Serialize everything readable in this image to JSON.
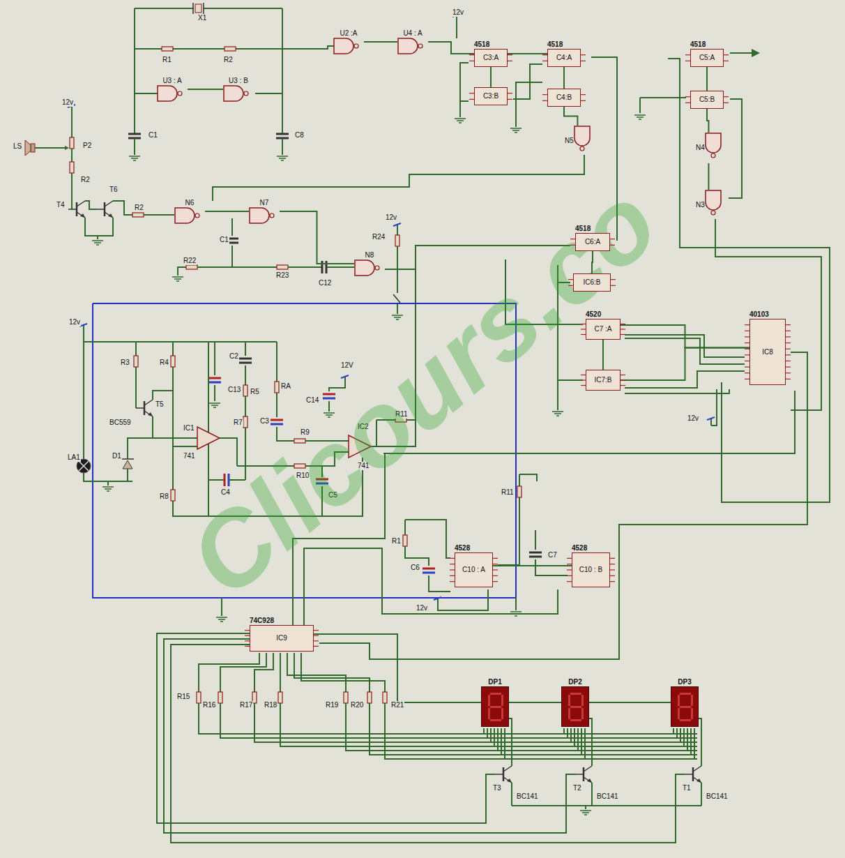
{
  "diagram": {
    "nodes": [
      {
        "text": [
          "U2 :A"
        ]
      },
      {
        "text": [
          "U4 : A"
        ]
      },
      {
        "text": [
          "U3 : A"
        ]
      },
      {
        "text": [
          "U3 : B"
        ]
      },
      {
        "text": [
          "4518",
          "C3:A"
        ]
      },
      {
        "text": [
          "C3:B"
        ]
      },
      {
        "text": [
          "4518",
          "C4:A"
        ]
      },
      {
        "text": [
          "C4:B"
        ]
      },
      {
        "text": [
          "N5"
        ]
      },
      {
        "text": [
          "4518",
          "C5:A"
        ]
      },
      {
        "text": [
          "C5:B"
        ]
      },
      {
        "text": [
          "N4"
        ]
      },
      {
        "text": [
          "N3"
        ]
      },
      {
        "text": [
          "N6"
        ]
      },
      {
        "text": [
          "N7"
        ]
      },
      {
        "text": [
          "N8"
        ]
      },
      {
        "text": [
          "4518",
          "C6:A"
        ]
      },
      {
        "text": [
          "IC6:B"
        ]
      },
      {
        "text": [
          "4520",
          "C7 :A"
        ]
      },
      {
        "text": [
          "IC7:B"
        ]
      },
      {
        "text": [
          "40103",
          "IC8"
        ]
      },
      {
        "text": [
          "4528",
          "C10 : A"
        ]
      },
      {
        "text": [
          "4528",
          "C10 : B"
        ]
      },
      {
        "text": [
          "74C928",
          "IC9"
        ]
      },
      {
        "text": [
          "DP1"
        ]
      },
      {
        "text": [
          "DP2"
        ]
      },
      {
        "text": [
          "DP3"
        ]
      }
    ],
    "edges": [
      {
        "from": 0,
        "to": 1,
        "arrow": "none"
      },
      {
        "from": 1,
        "to": 4,
        "arrow": "none"
      },
      {
        "from": 4,
        "to": 5,
        "arrow": "none"
      },
      {
        "from": 4,
        "to": 6,
        "arrow": "none"
      },
      {
        "from": 6,
        "to": 7,
        "arrow": "none"
      },
      {
        "from": 7,
        "to": 8,
        "arrow": "none"
      },
      {
        "from": 9,
        "to": 10,
        "arrow": "none"
      },
      {
        "from": 10,
        "to": 11,
        "arrow": "none"
      },
      {
        "from": 11,
        "to": 12,
        "arrow": "none"
      },
      {
        "from": 2,
        "to": 3,
        "arrow": "none"
      },
      {
        "from": 13,
        "to": 14,
        "arrow": "none"
      },
      {
        "from": 14,
        "to": 15,
        "arrow": "none"
      },
      {
        "from": 16,
        "to": 17,
        "arrow": "none"
      },
      {
        "from": 18,
        "to": 19,
        "arrow": "none"
      },
      {
        "from": 18,
        "to": 20,
        "arrow": "none"
      },
      {
        "from": 19,
        "to": 20,
        "arrow": "none"
      },
      {
        "from": 21,
        "to": 22,
        "arrow": "none"
      },
      {
        "from": 23,
        "to": 24,
        "arrow": "none"
      },
      {
        "from": 24,
        "to": 25,
        "arrow": "none"
      },
      {
        "from": 25,
        "to": 26,
        "arrow": "none"
      }
    ],
    "labels": [
      "X1",
      "R1",
      "R2",
      "C1",
      "C8",
      "12v",
      "12v",
      "LS",
      "P2",
      "R2",
      "T4",
      "T6",
      "R2",
      "C1",
      "R22",
      "R23",
      "C12",
      "R24",
      "12v",
      "12v",
      "R3",
      "R4",
      "C2",
      "C13",
      "R5",
      "RA",
      "C14",
      "12V",
      "T5",
      "BC559",
      "R7",
      "C3",
      "R9",
      "R11",
      "IC1",
      "741",
      "IC2",
      "741",
      "LA1",
      "D1",
      "R8",
      "C4",
      "R10",
      "C5",
      "R11",
      "R1",
      "C6",
      "C7",
      "12v",
      "12v",
      "R15",
      "R16",
      "R17",
      "R18",
      "R19",
      "R20",
      "R21",
      "T3",
      "BC141",
      "T2",
      "BC141",
      "T1",
      "BC141",
      "Clicours.co"
    ]
  }
}
